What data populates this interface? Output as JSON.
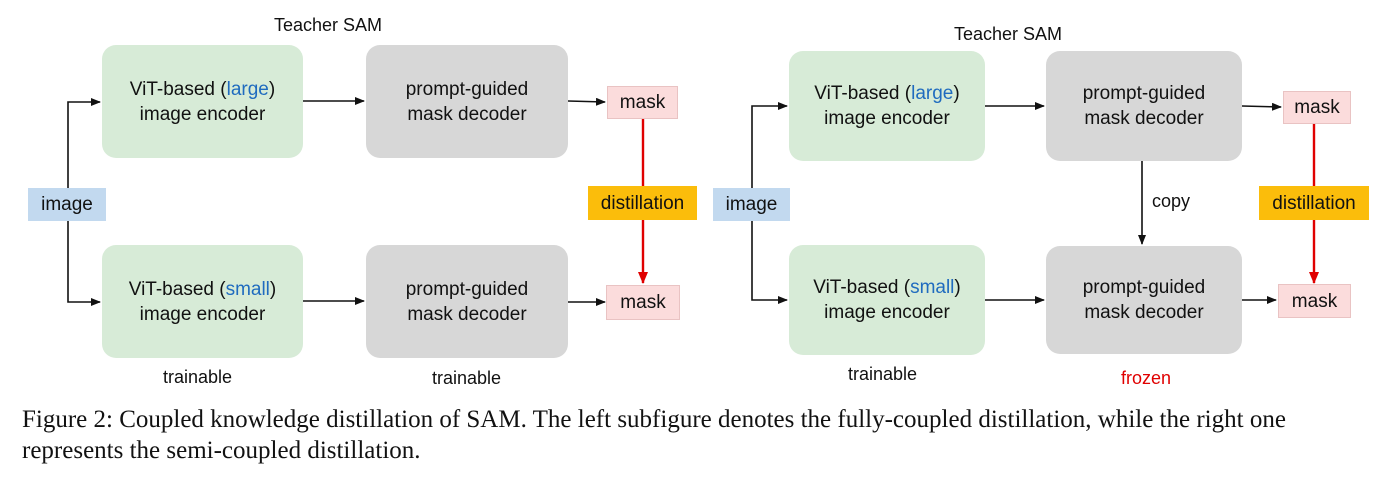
{
  "left": {
    "teacher_label": "Teacher SAM",
    "image": "image",
    "enc_large": {
      "prefix": "ViT-based (",
      "accent": "large",
      "suffix": ")",
      "line2": "image encoder"
    },
    "enc_small": {
      "prefix": "ViT-based (",
      "accent": "small",
      "suffix": ")",
      "line2": "image encoder"
    },
    "dec_top": {
      "line1": "prompt-guided",
      "line2": "mask decoder"
    },
    "dec_bottom": {
      "line1": "prompt-guided",
      "line2": "mask decoder"
    },
    "mask_top": "mask",
    "mask_bottom": "mask",
    "distillation": "distillation",
    "enc_status": "trainable",
    "dec_status": "trainable"
  },
  "right": {
    "teacher_label": "Teacher SAM",
    "image": "image",
    "enc_large": {
      "prefix": "ViT-based (",
      "accent": "large",
      "suffix": ")",
      "line2": "image encoder"
    },
    "enc_small": {
      "prefix": "ViT-based (",
      "accent": "small",
      "suffix": ")",
      "line2": "image encoder"
    },
    "dec_top": {
      "line1": "prompt-guided",
      "line2": "mask decoder"
    },
    "dec_bottom": {
      "line1": "prompt-guided",
      "line2": "mask decoder"
    },
    "copy_label": "copy",
    "mask_top": "mask",
    "mask_bottom": "mask",
    "distillation": "distillation",
    "enc_status": "trainable",
    "dec_status": "frozen"
  },
  "caption": "Figure 2: Coupled knowledge distillation of SAM. The left subfigure denotes the fully-coupled distillation, while the right one represents the semi-coupled distillation.",
  "colors": {
    "encoder_fill": "#d7ebd7",
    "decoder_fill": "#d7d7d7",
    "mask_fill": "#fbdcdc",
    "image_fill": "#c2d9ef",
    "distillation_fill": "#fbbd0b",
    "accent_text": "#1f6bbf",
    "distillation_arrow": "#e00000",
    "frozen_text": "#e00000"
  }
}
